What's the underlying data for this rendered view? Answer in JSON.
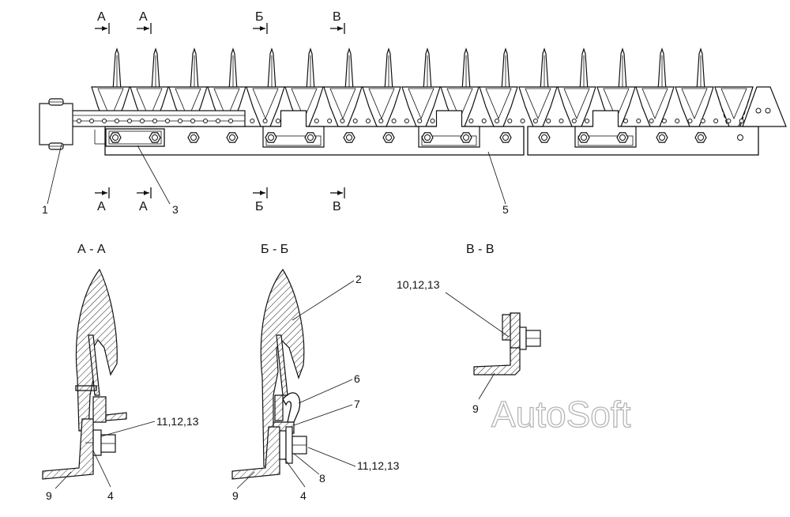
{
  "section_marks_top": [
    "А",
    "А",
    "Б",
    "В"
  ],
  "section_marks_bottom": [
    "А",
    "А",
    "Б",
    "В"
  ],
  "callouts_main": {
    "c1": "1",
    "c3": "3",
    "c5": "5"
  },
  "sections": {
    "aa": {
      "title": "А - А",
      "labels": {
        "bolts": "11,12,13",
        "bar": "9",
        "plate": "4"
      }
    },
    "bb": {
      "title": "Б - Б",
      "labels": {
        "knife": "2",
        "clip": "6",
        "pad": "7",
        "bolts": "11,12,13",
        "washer": "8",
        "bar": "9",
        "plate": "4"
      }
    },
    "vv": {
      "title": "В - В",
      "labels": {
        "bolts": "10,12,13",
        "bar": "9"
      }
    }
  },
  "watermark": "AutoSoft"
}
